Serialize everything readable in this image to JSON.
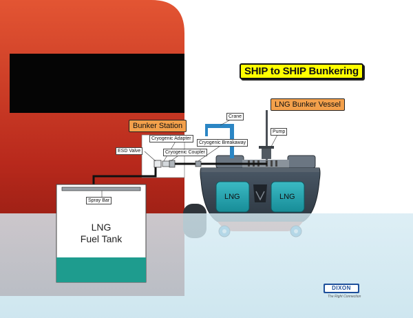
{
  "title": "SHIP to SHIP Bunkering",
  "labels": {
    "bunker_station": "Bunker Station",
    "lng_bunker_vessel": "LNG Bunker Vessel",
    "crane": "Crane",
    "pump": "Pump",
    "esd_valve": "ESD Valve",
    "cryogenic_adapter": "Cryogenic Adapter",
    "cryogenic_coupler": "Cryogenic Coupler",
    "cryogenic_breakaway": "Cryogenic  Breakaway",
    "spray_bar": "Spray Bar",
    "fuel_tank_line1": "LNG",
    "fuel_tank_line2": "Fuel Tank",
    "lng_tank_left": "LNG",
    "lng_tank_right": "LNG"
  },
  "logo": {
    "name": "DIXON",
    "tagline": "The Right Connection"
  },
  "colors": {
    "hull_top": "#d9452d",
    "hull_bottom": "#8a1a10",
    "water": "#cfe6f0",
    "tank_liquid": "#1e9c8e",
    "vessel_hull": "#3e4b58",
    "vessel_tank": "#23a8b3",
    "crane": "#2b86c4",
    "title_bg": "#ffff00",
    "label_orange": "#f3a04b"
  }
}
